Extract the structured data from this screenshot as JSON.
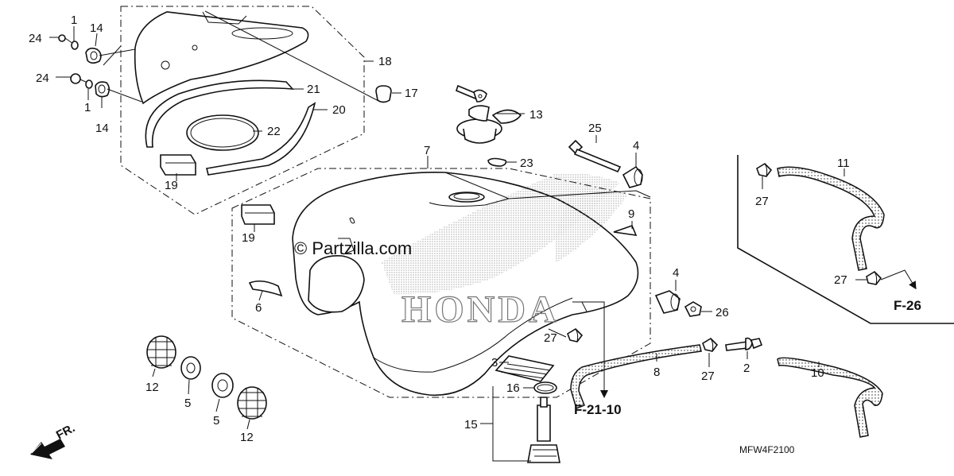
{
  "diagram": {
    "code": "MFW4F2100",
    "watermark": "© Partzilla.com",
    "brand_mark": "HONDA",
    "direction_label": "FR.",
    "references": {
      "f26": "F-26",
      "f2110": "F-21-10"
    },
    "callouts": {
      "c1a": "1",
      "c1b": "1",
      "c2": "2",
      "c3": "3",
      "c4a": "4",
      "c4b": "4",
      "c5a": "5",
      "c5b": "5",
      "c6": "6",
      "c7": "7",
      "c8": "8",
      "c9": "9",
      "c10": "10",
      "c11": "11",
      "c12a": "12",
      "c12b": "12",
      "c13": "13",
      "c14a": "14",
      "c14b": "14",
      "c15": "15",
      "c16": "16",
      "c17": "17",
      "c18": "18",
      "c19a": "19",
      "c19b": "19",
      "c20": "20",
      "c21": "21",
      "c22": "22",
      "c23": "23",
      "c24a": "24",
      "c24b": "24",
      "c25": "25",
      "c26": "26",
      "c27a": "27",
      "c27b": "27",
      "c27c": "27",
      "c27d": "27"
    }
  }
}
